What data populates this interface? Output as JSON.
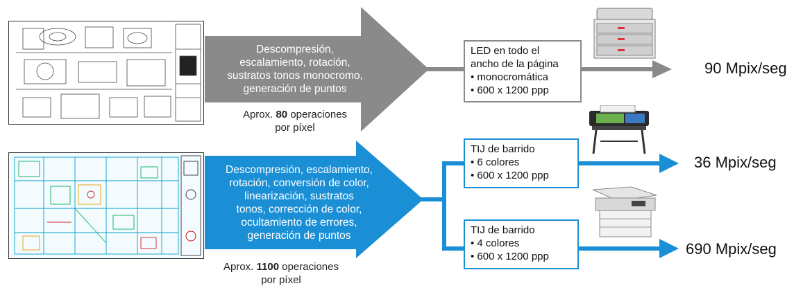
{
  "top_row": {
    "process_text": [
      "Descompresión,",
      "escalamiento, rotación,",
      "sustratos tonos monocromo,",
      "generación de puntos"
    ],
    "ops_prefix": "Aprox. ",
    "ops_count": "80",
    "ops_suffix": " operaciones",
    "ops_line2": "por píxel",
    "printer_box": [
      "LED en todo el",
      "ancho de la página",
      "• monocromática",
      "• 600 x 1200 ppp"
    ],
    "speed": "90 Mpix/seg",
    "color": "#8a8a8a"
  },
  "bottom_row": {
    "process_text": [
      "Descompresión, escalamiento,",
      "rotación, conversión de color,",
      "linearización, sustratos",
      "tonos, corrección de color,",
      "ocultamiento de errores,",
      "generación de puntos"
    ],
    "ops_prefix": "Aprox. ",
    "ops_count": "1100",
    "ops_suffix": " operaciones",
    "ops_line2": "por píxel",
    "printer_box_1": [
      "TIJ de barrido",
      "• 6 colores",
      "• 600 x 1200 ppp"
    ],
    "speed_1": "36 Mpix/seg",
    "printer_box_2": [
      "TIJ de barrido",
      "• 4 colores",
      "• 600 x 1200 ppp"
    ],
    "speed_2": "690 Mpix/seg",
    "color": "#1a8fd6"
  },
  "icons": [
    "cad-drawing-mono",
    "cad-drawing-color",
    "led-printer-icon",
    "inkjet-printer-icon",
    "large-format-printer-icon"
  ]
}
